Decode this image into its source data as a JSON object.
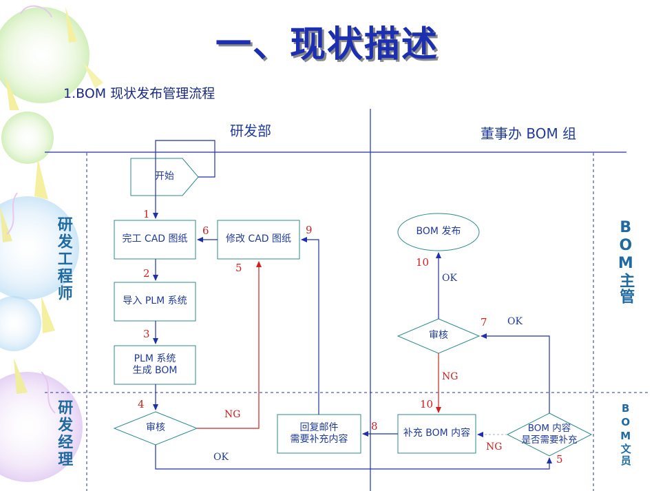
{
  "title": "一、现状描述",
  "subtitle": "1.BOM 现状发布管理流程",
  "lanes": {
    "dev": "研发部",
    "board": "董事办 BOM 组"
  },
  "roles": {
    "engineer": "研发工程师",
    "manager": "研发经理",
    "bom_manager": "BOM主管",
    "bom_clerk": "BOM文员"
  },
  "nodes": {
    "start": "开始",
    "cad_done": "完工 CAD 图纸",
    "cad_modify": "修改 CAD 图纸",
    "plm_import": "导入 PLM 系统",
    "plm_gen": "PLM 系统\n生成 BOM",
    "review_mgr": "审核",
    "reply_mail": "回复邮件\n需要补充内容",
    "supplement": "补充 BOM 内容",
    "need_supplement": "BOM 内容\n是否需要补充",
    "review_bom": "审核",
    "publish": "BOM 发布"
  },
  "steps": {
    "s1": "1",
    "s2": "2",
    "s3": "3",
    "s4": "4",
    "s5a": "5",
    "s5b": "5",
    "s6": "6",
    "s7": "7",
    "s8": "8",
    "s9": "9",
    "s10a": "10",
    "s10b": "10"
  },
  "labels": {
    "ng1": "NG",
    "ng2": "NG",
    "ng3": "NG",
    "ok1": "OK",
    "ok2": "OK",
    "ok3": "OK"
  },
  "colors": {
    "flow": "#1f2fb0",
    "reject": "#d02020",
    "node_border": "#2a8a8a",
    "title": "#1c2fb0"
  }
}
